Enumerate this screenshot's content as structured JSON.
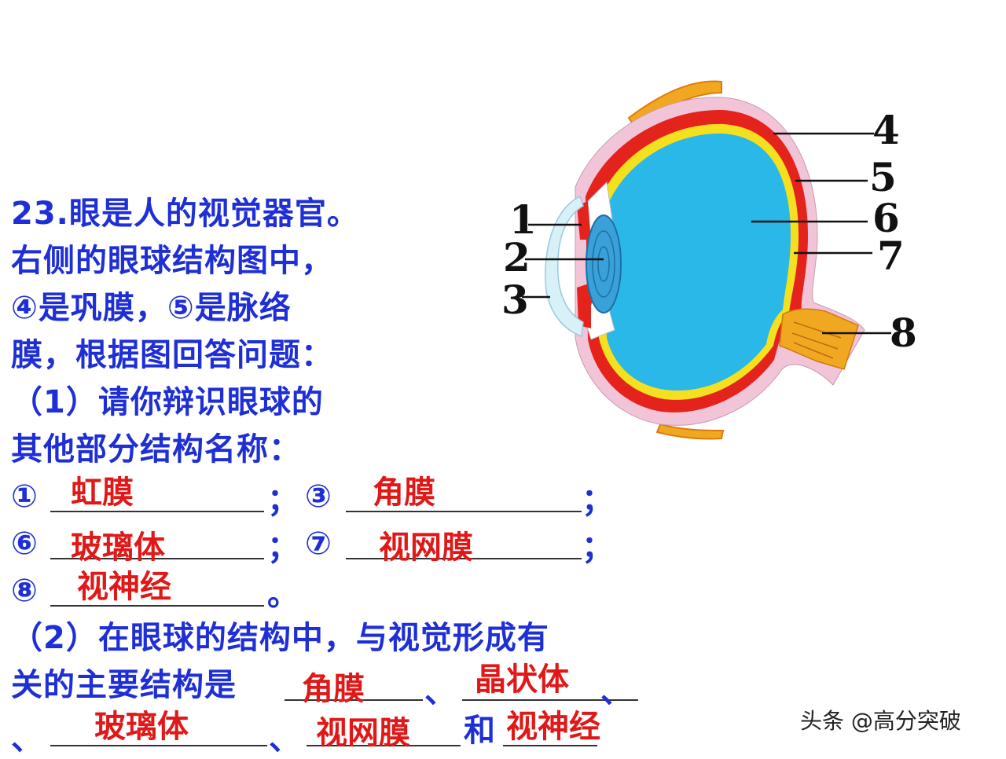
{
  "question": {
    "lines": [
      "23.眼是人的视觉器官。",
      "右侧的眼球结构图中，",
      "④是巩膜，⑤是脉络",
      "膜，根据图回答问题：",
      "（1）请你辩识眼球的",
      "其他部分结构名称："
    ],
    "part1": {
      "m1": "①",
      "m3": "③",
      "m6": "⑥",
      "m7": "⑦",
      "m8": "⑧",
      "sep": "；",
      "end": "。"
    },
    "part2": {
      "line1": "（2）在眼球的结构中，与视觉形成有",
      "line2": "关的主要结构是",
      "comma": "、",
      "and": "和"
    }
  },
  "answers": {
    "a1": "虹膜",
    "a3": "角膜",
    "a6": "玻璃体",
    "a7": "视网膜",
    "a8": "视神经",
    "p2": [
      "角膜",
      "晶状体",
      "玻璃体",
      "视网膜",
      "视神经"
    ]
  },
  "diagram": {
    "labels": [
      "1",
      "2",
      "3",
      "4",
      "5",
      "6",
      "7",
      "8"
    ],
    "colors": {
      "vitreous": "#2ab8e8",
      "choroid": "#e4241c",
      "sclera": "#f2c4d8",
      "retina": "#f5e020",
      "nerve": "#f0a820",
      "lens": "#3aa0d8",
      "cornea": "#d8f0f8"
    }
  },
  "watermark": "头条 @高分突破"
}
